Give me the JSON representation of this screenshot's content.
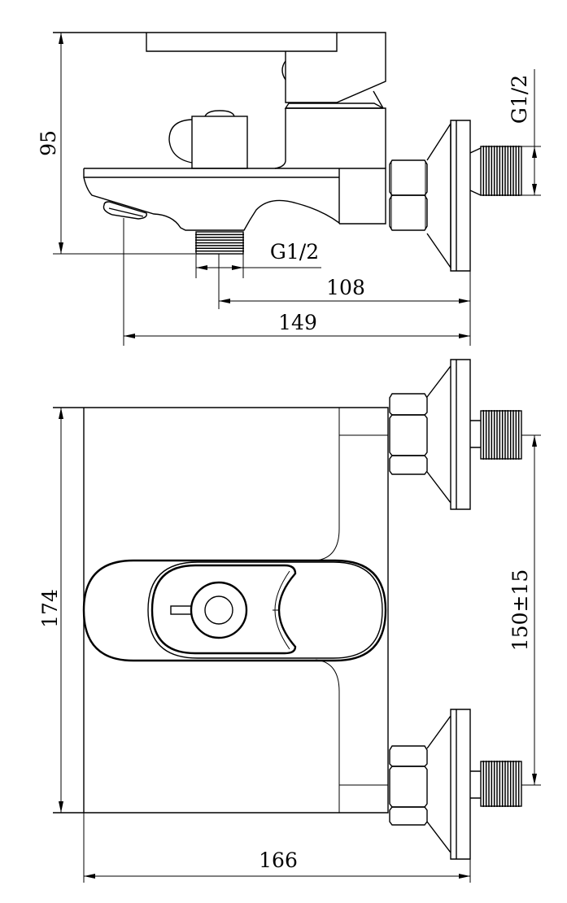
{
  "drawing": {
    "side_view": {
      "height_label": "95",
      "outlet_thread_label": "G1/2",
      "inlet_thread_label": "G1/2",
      "outlet_offset_label": "108",
      "spout_length_label": "149"
    },
    "top_view": {
      "depth_label": "174",
      "width_label": "166",
      "inlet_spacing_label": "150±15"
    },
    "colors": {
      "line": "#000000",
      "background": "#ffffff"
    }
  }
}
